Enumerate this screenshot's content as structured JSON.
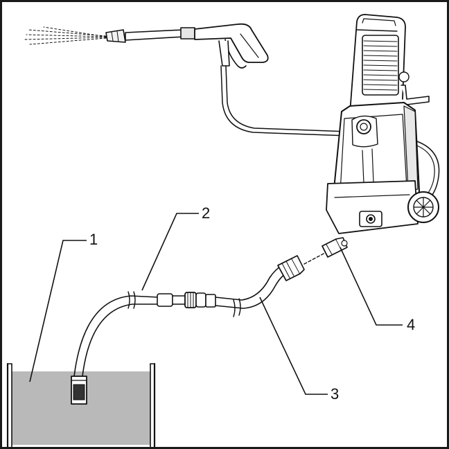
{
  "callouts": [
    {
      "number": "1"
    },
    {
      "number": "2"
    },
    {
      "number": "3"
    },
    {
      "number": "4"
    }
  ],
  "colors": {
    "border": "#1a1a1a",
    "line": "#111111",
    "water": "#b9b9b9",
    "background": "#ffffff",
    "body_shade": "#e8e8e8"
  }
}
